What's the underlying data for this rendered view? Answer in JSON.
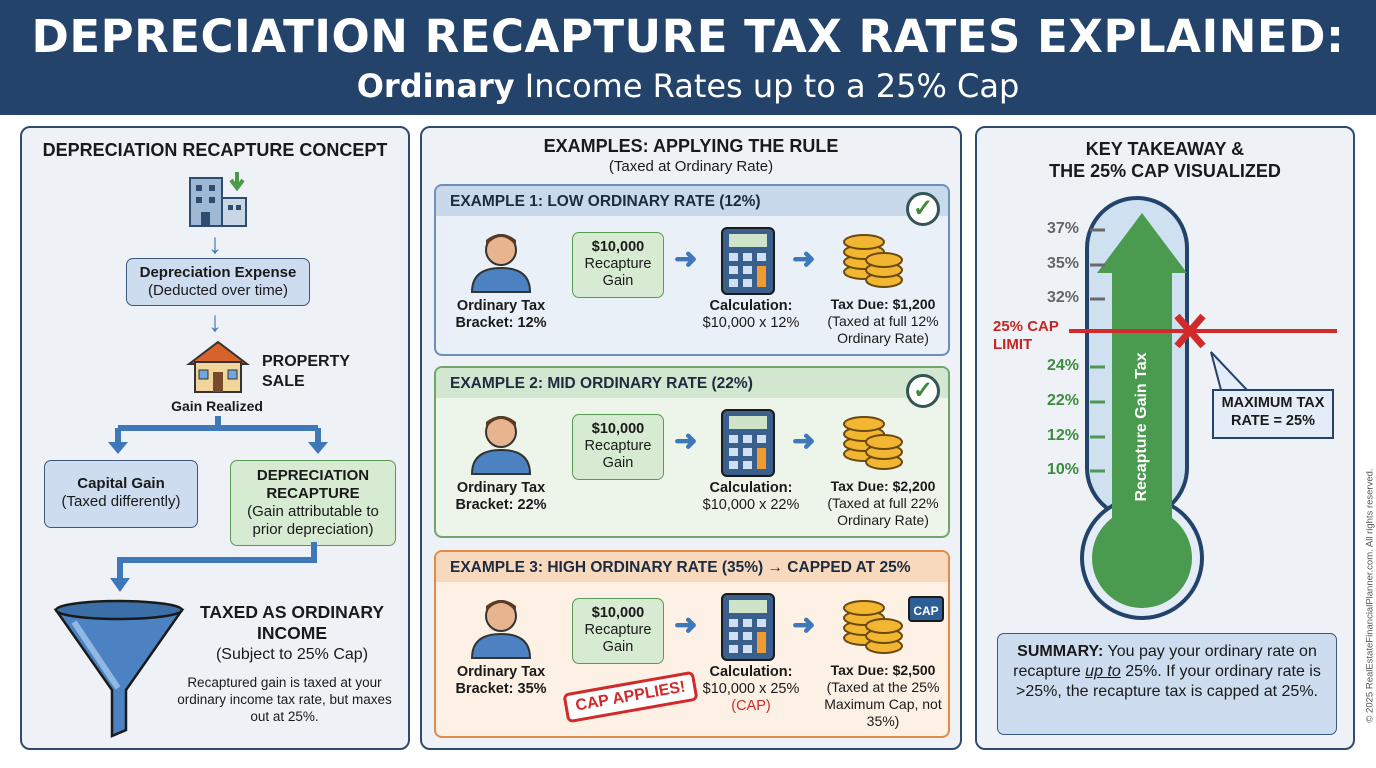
{
  "header": {
    "title": "DEPRECIATION RECAPTURE TAX RATES EXPLAINED:",
    "subtitle_bold": "Ordinary",
    "subtitle_rest": " Income Rates up to a 25% Cap"
  },
  "left": {
    "title": "DEPRECIATION RECAPTURE CONCEPT",
    "expense_title": "Depreciation Expense",
    "expense_sub": "(Deducted over time)",
    "sale_label": "PROPERTY\nSALE",
    "gain": "Gain Realized",
    "capital_title": "Capital Gain",
    "capital_sub": "(Taxed differently)",
    "recap_title": "DEPRECIATION RECAPTURE",
    "recap_sub": "(Gain attributable to prior depreciation)",
    "taxed_title": "TAXED AS ORDINARY INCOME",
    "taxed_sub": "(Subject to 25% Cap)",
    "taxed_desc": "Recaptured gain is taxed at your ordinary income tax rate, but maxes out at 25%."
  },
  "middle": {
    "title": "EXAMPLES: APPLYING THE RULE",
    "subtitle": "(Taxed at Ordinary Rate)",
    "examples": [
      {
        "header": "EXAMPLE 1: LOW ORDINARY RATE (12%)",
        "bracket_label": "Ordinary Tax",
        "bracket": "Bracket: 12%",
        "amount": "$10,000",
        "amount_label": "Recapture Gain",
        "calc_label": "Calculation:",
        "calc": "$10,000 x 12%",
        "tax": "Tax Due: $1,200",
        "tax_note": "(Taxed at full 12% Ordinary Rate)"
      },
      {
        "header": "EXAMPLE 2: MID ORDINARY RATE (22%)",
        "bracket_label": "Ordinary Tax",
        "bracket": "Bracket: 22%",
        "amount": "$10,000",
        "amount_label": "Recapture Gain",
        "calc_label": "Calculation:",
        "calc": "$10,000 x 22%",
        "tax": "Tax Due: $2,200",
        "tax_note": "(Taxed at full 22% Ordinary Rate)"
      },
      {
        "header": "EXAMPLE 3: HIGH ORDINARY RATE (35%) → CAPPED AT 25%",
        "bracket_label": "Ordinary Tax",
        "bracket": "Bracket: 35%",
        "amount": "$10,000",
        "amount_label": "Recapture Gain",
        "calc_label": "Calculation:",
        "calc": "$10,000 x 25%",
        "calc_note": "(CAP)",
        "tax": "Tax Due: $2,500",
        "tax_note": "(Taxed at the 25% Maximum Cap, not 35%)",
        "stamp": "CAP APPLIES!",
        "lock": "CAP"
      }
    ]
  },
  "right": {
    "title": "KEY TAKEAWAY &\nTHE 25% CAP VISUALIZED",
    "ticks_above": [
      "37%",
      "35%",
      "32%"
    ],
    "ticks_below": [
      "24%",
      "22%",
      "12%",
      "10%"
    ],
    "cap_label": "25% CAP\nLIMIT",
    "tube_label": "Recapture Gain Tax",
    "callout": "MAXIMUM TAX RATE = 25%",
    "summary_bold": "SUMMARY:",
    "summary_a": " You pay your ordinary rate on recapture ",
    "summary_u": "up to",
    "summary_b": " 25%. If your ordinary rate is >25%, the recapture tax is capped at 25%."
  },
  "copyright": "© 2025 RealEstateFinancialPlanner.com. All rights reserved.",
  "colors": {
    "navy": "#23436b",
    "green": "#5a9a57",
    "red": "#d02a2a",
    "blue": "#3e78b8"
  }
}
